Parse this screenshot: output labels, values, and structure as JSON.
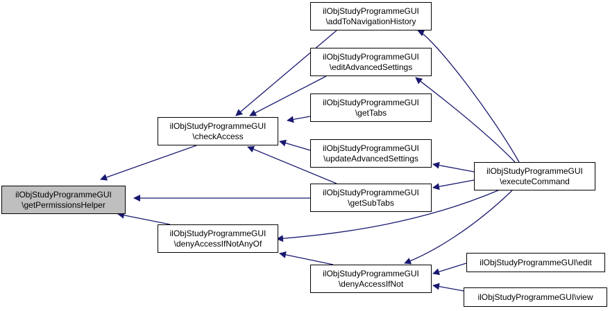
{
  "diagram": {
    "colors": {
      "edge": "#191970",
      "node_border": "#000000",
      "focus_fill": "#bfbfbf",
      "node_fill": "#ffffff"
    },
    "nodes": {
      "get_permissions_helper": {
        "line1": "ilObjStudyProgrammeGUI",
        "line2": "\\getPermissionsHelper"
      },
      "check_access": {
        "line1": "ilObjStudyProgrammeGUI",
        "line2": "\\checkAccess"
      },
      "deny_access_if_not_any_of": {
        "line1": "ilObjStudyProgrammeGUI",
        "line2": "\\denyAccessIfNotAnyOf"
      },
      "add_to_navigation_history": {
        "line1": "ilObjStudyProgrammeGUI",
        "line2": "\\addToNavigationHistory"
      },
      "edit_advanced_settings": {
        "line1": "ilObjStudyProgrammeGUI",
        "line2": "\\editAdvancedSettings"
      },
      "get_tabs": {
        "line1": "ilObjStudyProgrammeGUI",
        "line2": "\\getTabs"
      },
      "update_advanced_settings": {
        "line1": "ilObjStudyProgrammeGUI",
        "line2": "\\updateAdvancedSettings"
      },
      "get_sub_tabs": {
        "line1": "ilObjStudyProgrammeGUI",
        "line2": "\\getSubTabs"
      },
      "deny_access_if_not": {
        "line1": "ilObjStudyProgrammeGUI",
        "line2": "\\denyAccessIfNot"
      },
      "execute_command": {
        "line1": "ilObjStudyProgrammeGUI",
        "line2": "\\executeCommand"
      },
      "edit": {
        "line1": "ilObjStudyProgrammeGUI\\edit"
      },
      "view": {
        "line1": "ilObjStudyProgrammeGUI\\view"
      }
    },
    "edges": [
      {
        "from": "check_access",
        "to": "get_permissions_helper"
      },
      {
        "from": "get_sub_tabs",
        "to": "get_permissions_helper"
      },
      {
        "from": "deny_access_if_not_any_of",
        "to": "get_permissions_helper"
      },
      {
        "from": "add_to_navigation_history",
        "to": "check_access"
      },
      {
        "from": "edit_advanced_settings",
        "to": "check_access"
      },
      {
        "from": "get_tabs",
        "to": "check_access"
      },
      {
        "from": "update_advanced_settings",
        "to": "check_access"
      },
      {
        "from": "get_sub_tabs",
        "to": "check_access"
      },
      {
        "from": "execute_command",
        "to": "deny_access_if_not_any_of"
      },
      {
        "from": "deny_access_if_not",
        "to": "deny_access_if_not_any_of"
      },
      {
        "from": "execute_command",
        "to": "add_to_navigation_history"
      },
      {
        "from": "execute_command",
        "to": "edit_advanced_settings"
      },
      {
        "from": "execute_command",
        "to": "update_advanced_settings"
      },
      {
        "from": "execute_command",
        "to": "get_sub_tabs"
      },
      {
        "from": "execute_command",
        "to": "deny_access_if_not"
      },
      {
        "from": "edit",
        "to": "deny_access_if_not"
      },
      {
        "from": "view",
        "to": "deny_access_if_not"
      }
    ]
  }
}
